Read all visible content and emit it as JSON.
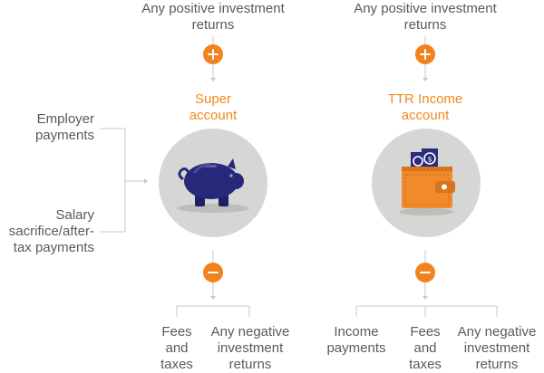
{
  "left": {
    "top_label": "Any positive investment returns",
    "account_label": "Super account",
    "inputs": [
      "Employer payments",
      "Salary sacrifice/after-tax payments"
    ],
    "outputs": [
      "Fees and taxes",
      "Any negative investment returns"
    ],
    "icon": "piggy-bank-icon"
  },
  "right": {
    "top_label": "Any positive investment returns",
    "account_label": "TTR Income account",
    "outputs": [
      "Income payments",
      "Fees and taxes",
      "Any negative investment returns"
    ],
    "icon": "wallet-icon"
  },
  "colors": {
    "accent": "#f2821e",
    "piggy": "#27287a",
    "wallet": "#f08a2a",
    "circle": "#d6d6d4",
    "line": "#c8c8c8"
  }
}
